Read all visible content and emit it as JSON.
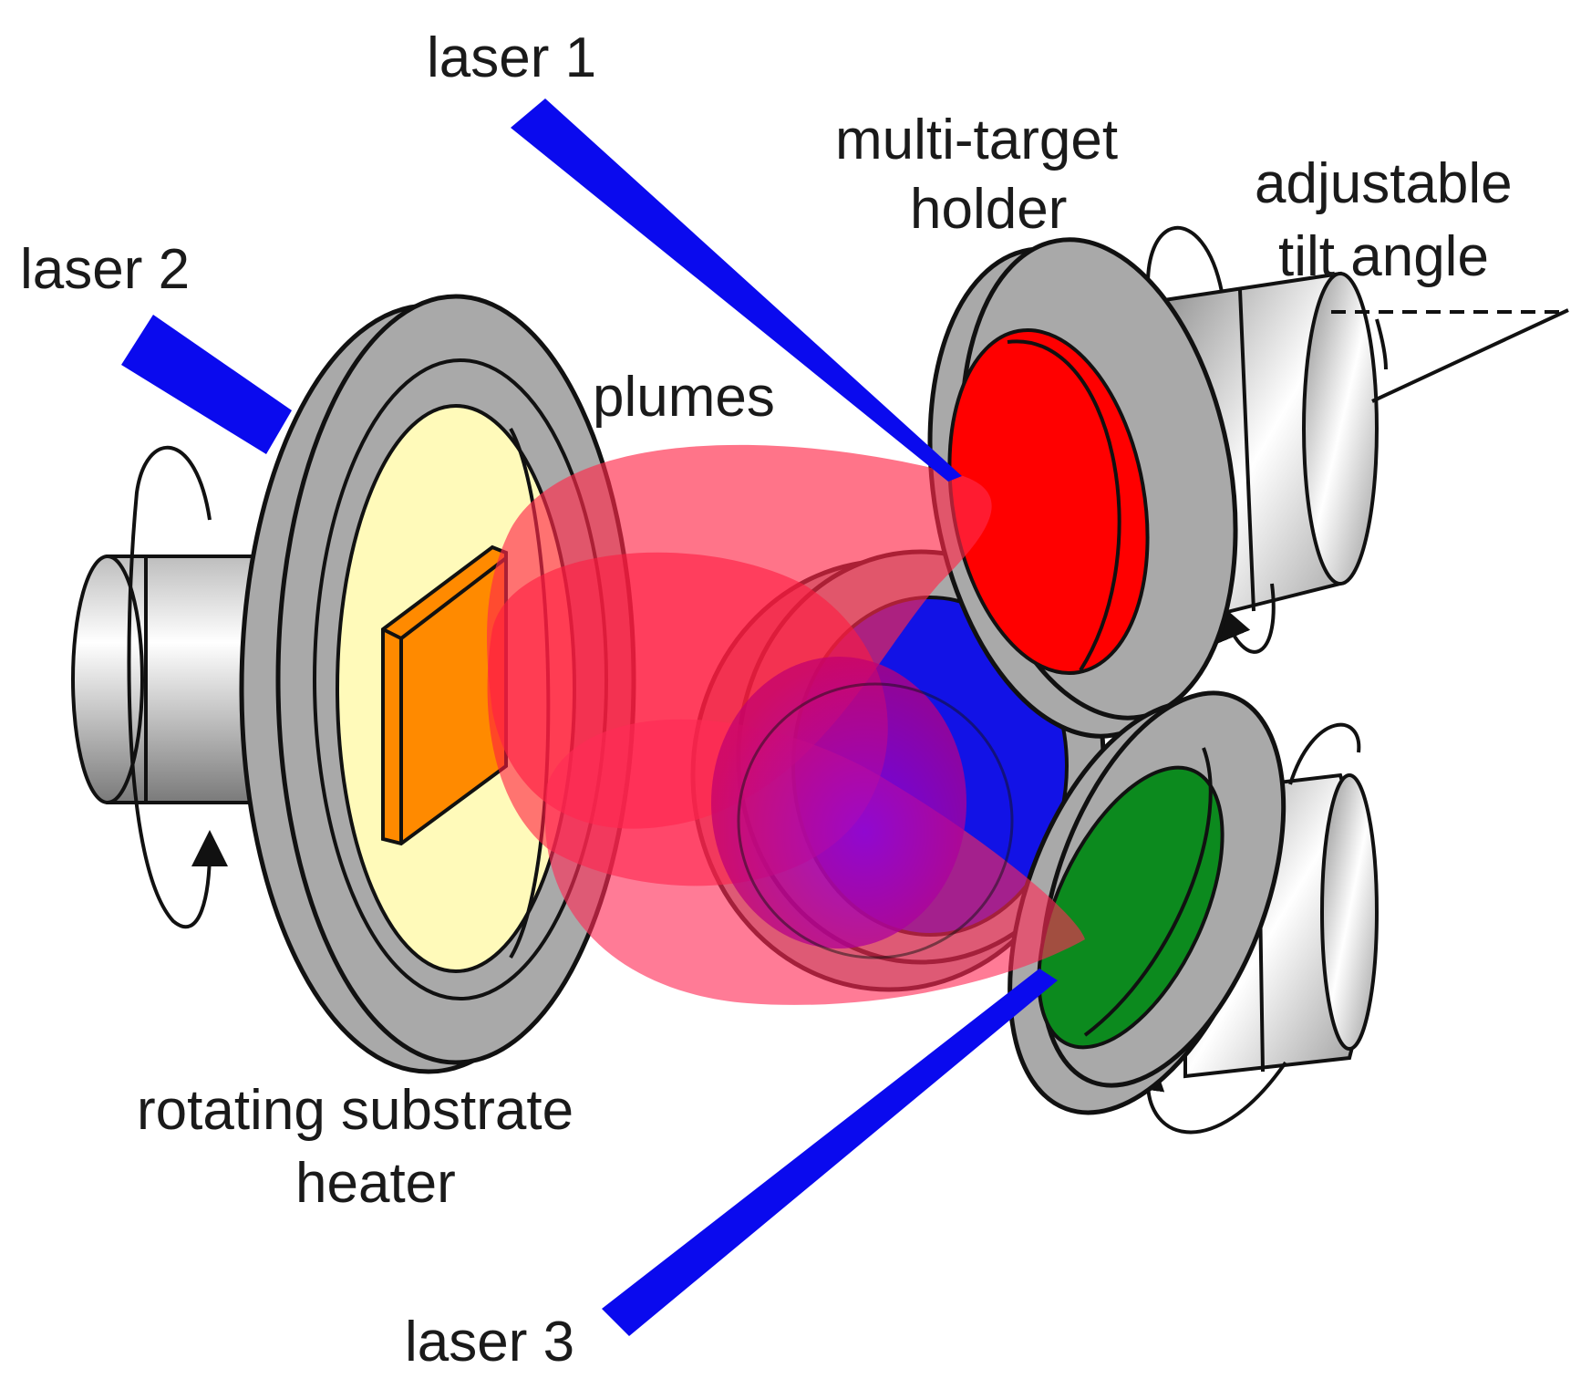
{
  "labels": {
    "laser1": "laser 1",
    "laser2": "laser 2",
    "laser3": "laser 3",
    "plumes": "plumes",
    "target_holder_line1": "multi-target",
    "target_holder_line2": "holder",
    "tilt_line1": "adjustable",
    "tilt_line2": "tilt angle",
    "heater_line1": "rotating substrate",
    "heater_line2": "heater"
  },
  "colors": {
    "laser_beam": "#0a0aee",
    "heater_disk": "#fffaba",
    "substrate": "#ff8a00",
    "ring_gray": "#a9a9a9",
    "target_red": "#ff0000",
    "target_blue": "#1212e6",
    "target_green": "#0c8a1e",
    "plume": "#ff2a4a",
    "outline": "#111111"
  }
}
